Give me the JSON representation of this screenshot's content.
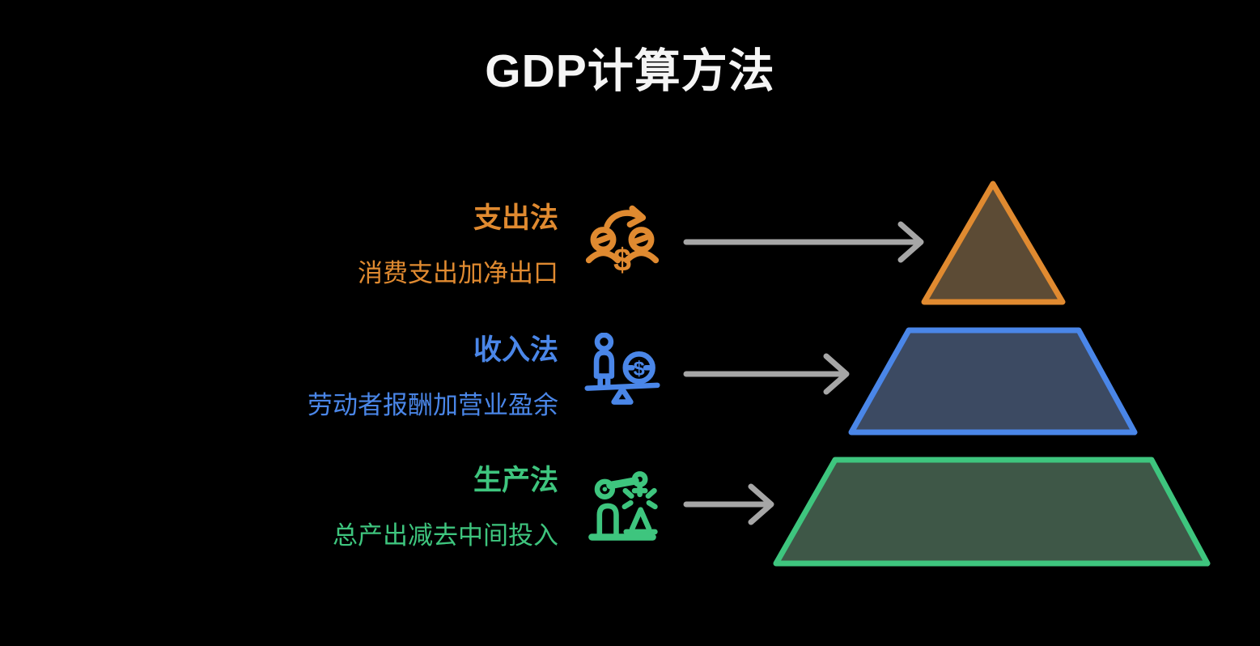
{
  "title": "GDP计算方法",
  "colors": {
    "orange": "#E08A30",
    "orange_fill": "#5C4B35",
    "blue": "#4A86E8",
    "blue_fill": "#3C4A62",
    "green": "#3EC57E",
    "green_fill": "#3E5747",
    "arrow": "#A6A6A6",
    "title_color": "#F5F5F5",
    "background": "#000000"
  },
  "methods": [
    {
      "label": "支出法",
      "description": "消费支出加净出口",
      "icon": "money-exchange-people-icon",
      "color": "#E08A30",
      "pyramid_layer": "top"
    },
    {
      "label": "收入法",
      "description": "劳动者报酬加营业盈余",
      "icon": "person-money-balance-icon",
      "color": "#4A86E8",
      "pyramid_layer": "middle"
    },
    {
      "label": "生产法",
      "description": "总产出减去中间投入",
      "icon": "robot-arm-icon",
      "color": "#3EC57E",
      "pyramid_layer": "bottom"
    }
  ],
  "pyramid": {
    "layers": [
      {
        "name": "top",
        "stroke": "#E08A30",
        "fill": "#5C4B35"
      },
      {
        "name": "middle",
        "stroke": "#4A86E8",
        "fill": "#3C4A62"
      },
      {
        "name": "bottom",
        "stroke": "#3EC57E",
        "fill": "#3E5747"
      }
    ]
  },
  "icon_symbols": {
    "dollar": "$"
  }
}
